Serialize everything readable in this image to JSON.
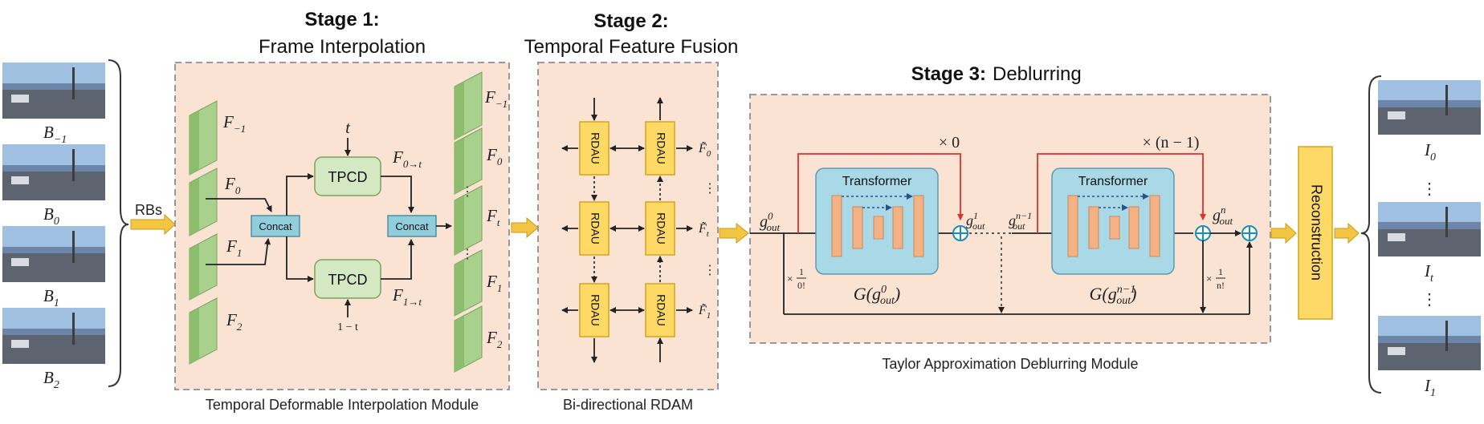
{
  "stages": {
    "s1": {
      "num": "Stage 1:",
      "name": "Frame Interpolation",
      "module": "Temporal Deformable Interpolation Module"
    },
    "s2": {
      "num": "Stage 2:",
      "name": "Temporal Feature Fusion",
      "module": "Bi-directional RDAM"
    },
    "s3": {
      "num": "Stage 3:",
      "name": "Deblurring",
      "module": "Taylor Approximation Deblurring Module"
    }
  },
  "inputs": {
    "labels": [
      "B",
      "B",
      "B",
      "B"
    ],
    "subs": [
      "−1",
      "0",
      "1",
      "2"
    ],
    "rbs": "RBs"
  },
  "outputs": {
    "labels": [
      "I",
      "I",
      "I"
    ],
    "subs": [
      "0",
      "t",
      "1"
    ],
    "vdots": "⋮"
  },
  "interp": {
    "left_feats": [
      "F",
      "F",
      "F",
      "F"
    ],
    "left_subs": [
      "−1",
      "0",
      "1",
      "2"
    ],
    "concat": "Concat",
    "tpcd": "TPCD",
    "t": "t",
    "one_minus_t": "1 − t",
    "f0t_sub": "0→t",
    "f1t_sub": "1→t",
    "right_feats": [
      "F",
      "F",
      "F",
      "F",
      "F"
    ],
    "right_subs": [
      "−1",
      "0",
      "t",
      "1",
      "2"
    ],
    "dots": "⋮"
  },
  "rdam": {
    "unit": "RDAU",
    "out_subs": [
      "0",
      "t",
      "1"
    ],
    "dots": "⋮"
  },
  "deblur": {
    "x0": "× 0",
    "xn1": "× (n − 1)",
    "transformer": "Transformer",
    "g_in": "g",
    "g_in_sup": "0",
    "g_in_sub": "out",
    "g1_sup": "1",
    "gn1_sup": "n−1",
    "gn_sup": "n",
    "G0": "G(g",
    "G0_sup": "0",
    "Gn1_sup": "n−1",
    "close": ")",
    "coef0_num": "1",
    "coef0_den": "0!",
    "coefn_num": "1",
    "coefn_den": "n!",
    "times": "×"
  },
  "reconstruction": "Reconstruction",
  "colors": {
    "module_bg": "#fbe3d4",
    "green": "#a9d18e",
    "tpcd": "#d5e8c4",
    "concat": "#92cddc",
    "rdau": "#ffd966",
    "transformer_bg": "#a9d8e6",
    "bars": "#f4b183",
    "red": "#e0302b",
    "arrow_yellow": "#f4c542"
  }
}
